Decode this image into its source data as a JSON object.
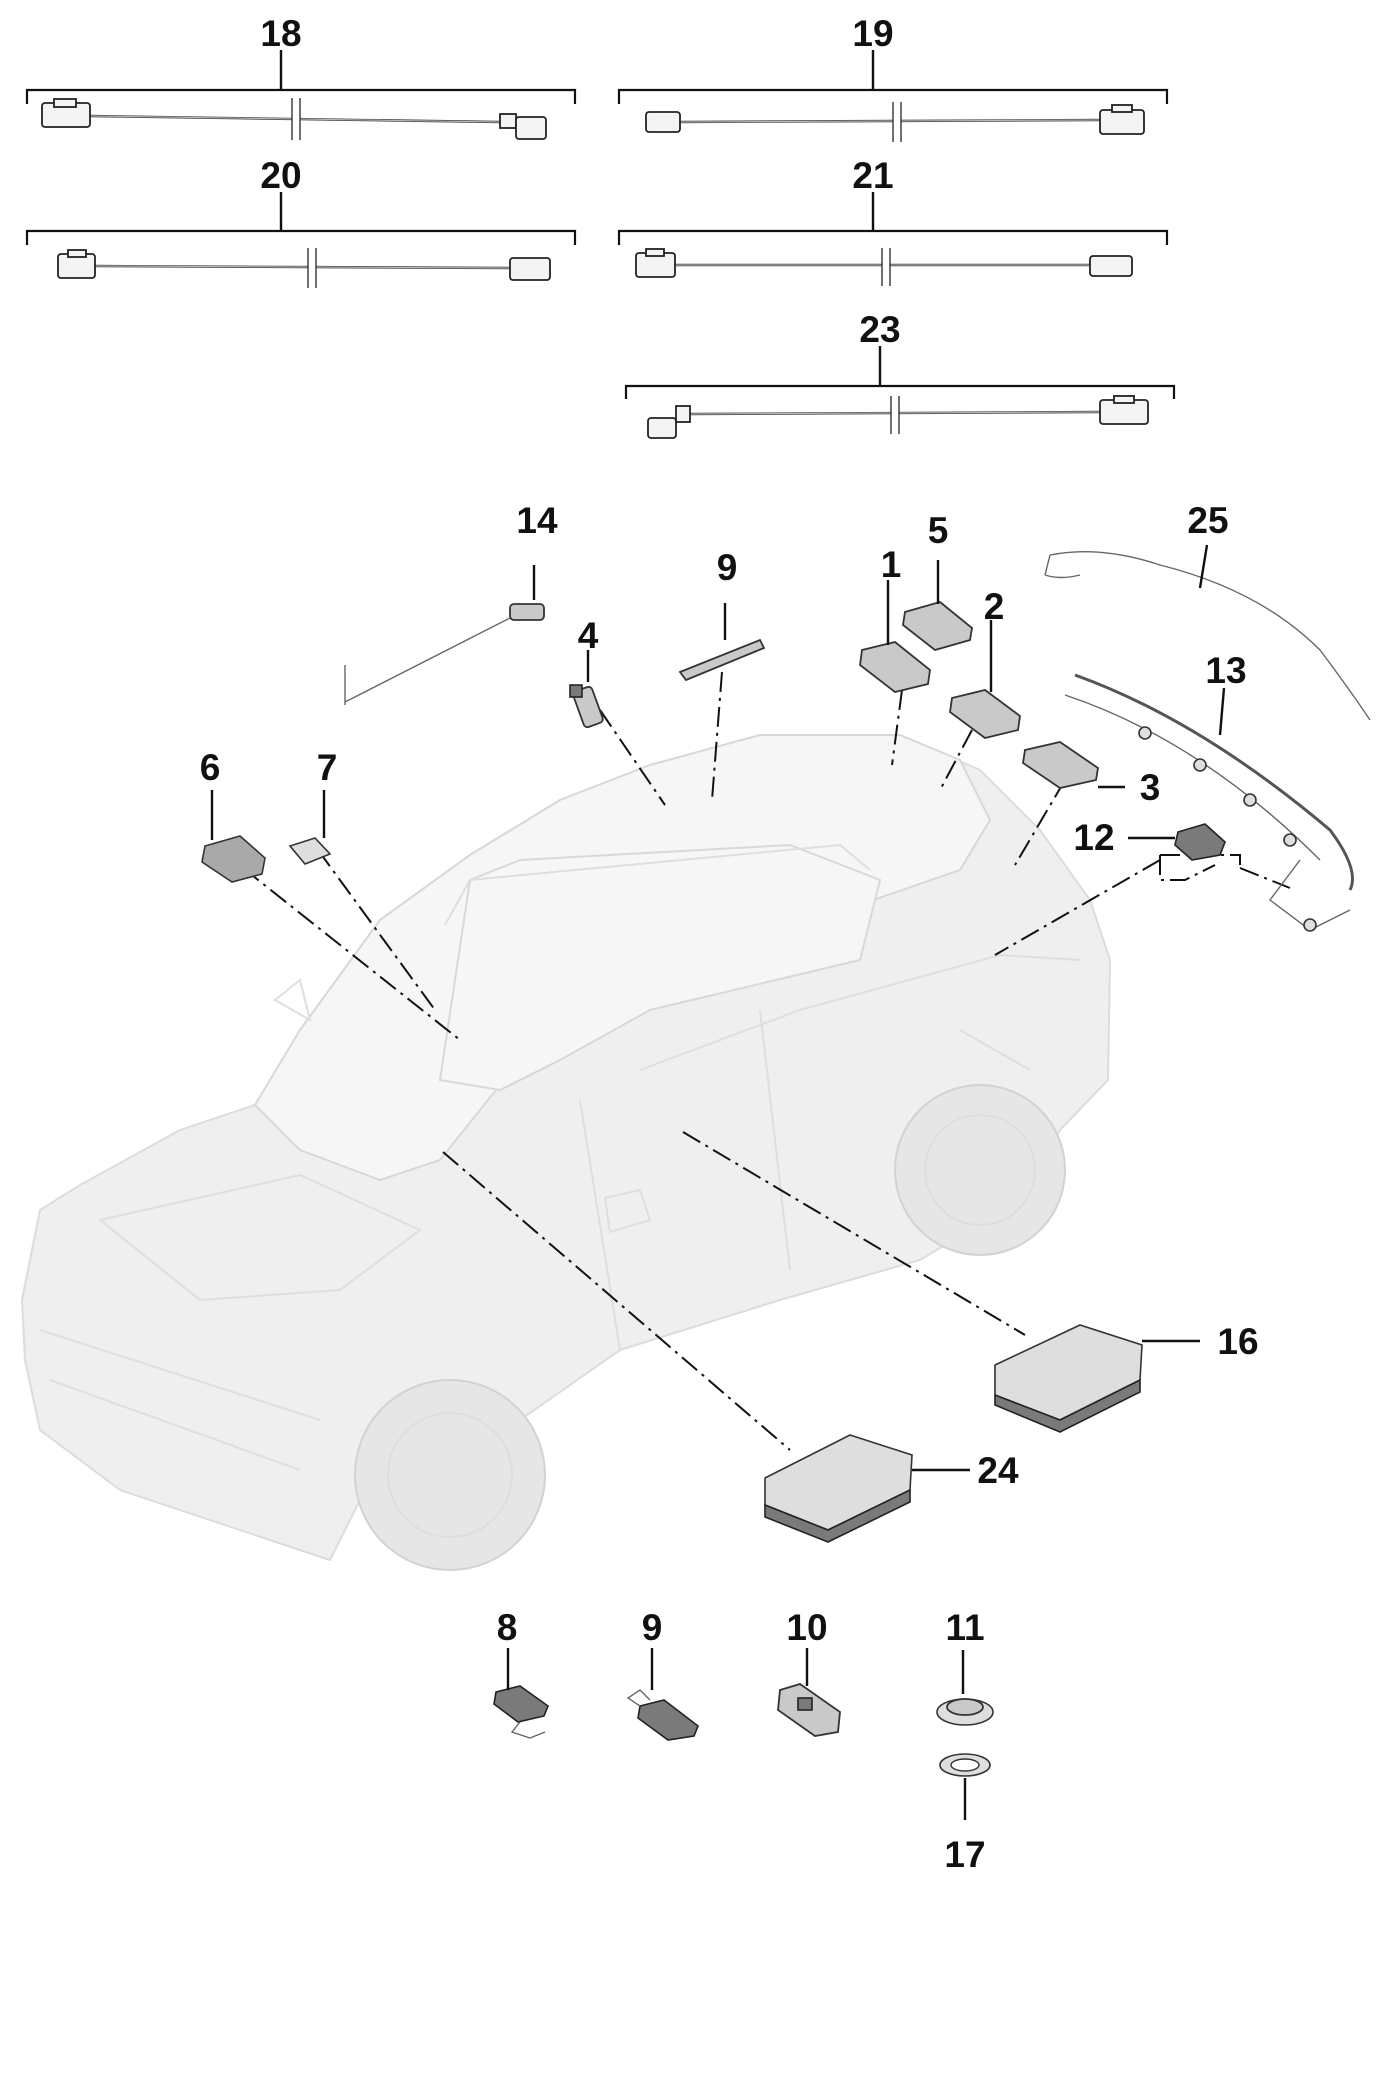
{
  "callouts": {
    "c18": "18",
    "c19": "19",
    "c20": "20",
    "c21": "21",
    "c23": "23",
    "c14": "14",
    "c4": "4",
    "c9a": "9",
    "c1": "1",
    "c5": "5",
    "c2": "2",
    "c25": "25",
    "c13": "13",
    "c3": "3",
    "c12": "12",
    "c6": "6",
    "c7": "7",
    "c16": "16",
    "c24": "24",
    "c8": "8",
    "c9b": "9",
    "c10": "10",
    "c11": "11",
    "c17": "17"
  },
  "icons": {
    "vehicle": "suv-outline-icon",
    "cable": "coax-cable-icon",
    "control_unit": "control-unit-icon",
    "antenna": "antenna-module-icon"
  },
  "colors": {
    "line": "#111111",
    "vehicle": "#efefef",
    "part": "#c9c9c9"
  }
}
